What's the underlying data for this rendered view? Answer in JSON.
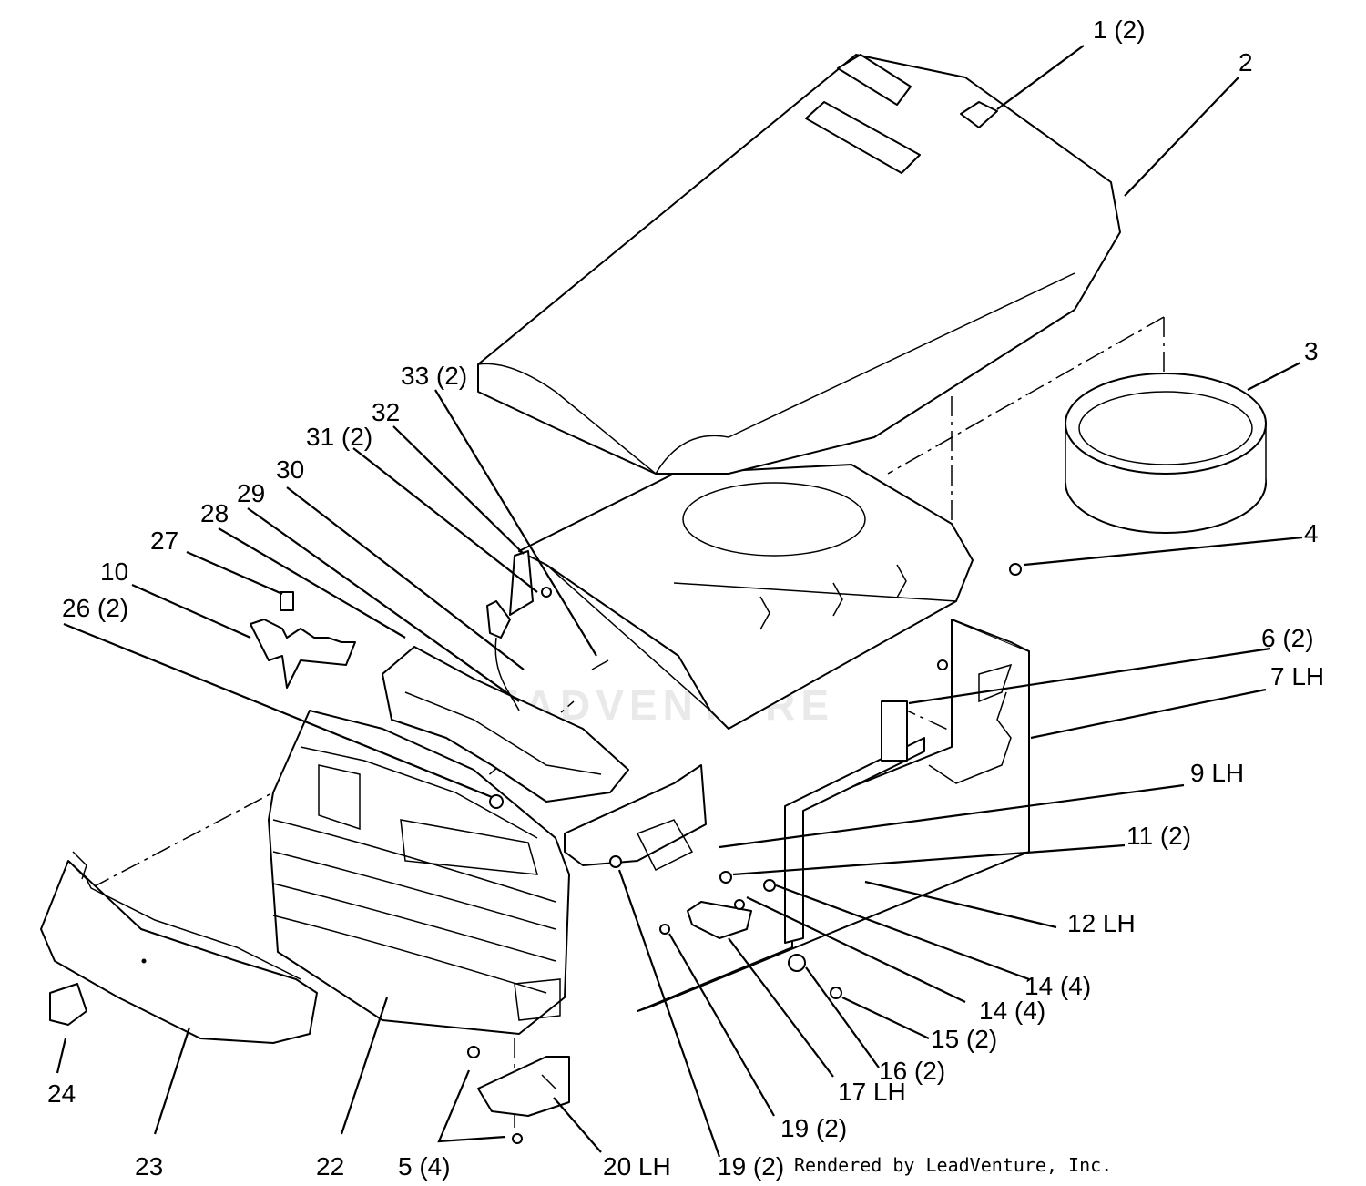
{
  "callouts": [
    {
      "id": "c1",
      "text": "1 (2)"
    },
    {
      "id": "c2",
      "text": "2"
    },
    {
      "id": "c3",
      "text": "3"
    },
    {
      "id": "c4",
      "text": "4"
    },
    {
      "id": "c6",
      "text": "6 (2)"
    },
    {
      "id": "c7",
      "text": "7 LH"
    },
    {
      "id": "c9",
      "text": "9 LH"
    },
    {
      "id": "c11",
      "text": "11 (2)"
    },
    {
      "id": "c12",
      "text": "12 LH"
    },
    {
      "id": "c14a",
      "text": "14 (4)"
    },
    {
      "id": "c14b",
      "text": "14 (4)"
    },
    {
      "id": "c15",
      "text": "15 (2)"
    },
    {
      "id": "c16",
      "text": "16 (2)"
    },
    {
      "id": "c17",
      "text": "17 LH"
    },
    {
      "id": "c19a",
      "text": "19 (2)"
    },
    {
      "id": "c19b",
      "text": "19 (2)"
    },
    {
      "id": "c20",
      "text": "20 LH"
    },
    {
      "id": "c5",
      "text": "5 (4)"
    },
    {
      "id": "c22",
      "text": "22"
    },
    {
      "id": "c23",
      "text": "23"
    },
    {
      "id": "c24",
      "text": "24"
    },
    {
      "id": "c26",
      "text": "26 (2)"
    },
    {
      "id": "c10",
      "text": "10"
    },
    {
      "id": "c27",
      "text": "27"
    },
    {
      "id": "c28",
      "text": "28"
    },
    {
      "id": "c29",
      "text": "29"
    },
    {
      "id": "c30",
      "text": "30"
    },
    {
      "id": "c31",
      "text": "31 (2)"
    },
    {
      "id": "c32",
      "text": "32"
    },
    {
      "id": "c33",
      "text": "33 (2)"
    }
  ],
  "credit": "Rendered by LeadVenture, Inc.",
  "watermark": "LEADVENTURE"
}
